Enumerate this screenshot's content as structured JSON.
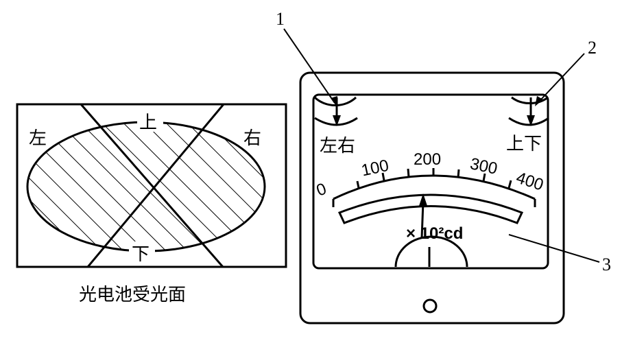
{
  "left_panel": {
    "label_left": "左",
    "label_right": "右",
    "label_top": "上",
    "label_bottom": "下",
    "caption": "光电池受光面"
  },
  "meter": {
    "label_lr": "左右",
    "label_ud": "上下",
    "scale_ticks": [
      "0",
      "100",
      "200",
      "300",
      "400"
    ],
    "unit": "× 10²cd"
  },
  "callouts": [
    "1",
    "2",
    "3"
  ]
}
